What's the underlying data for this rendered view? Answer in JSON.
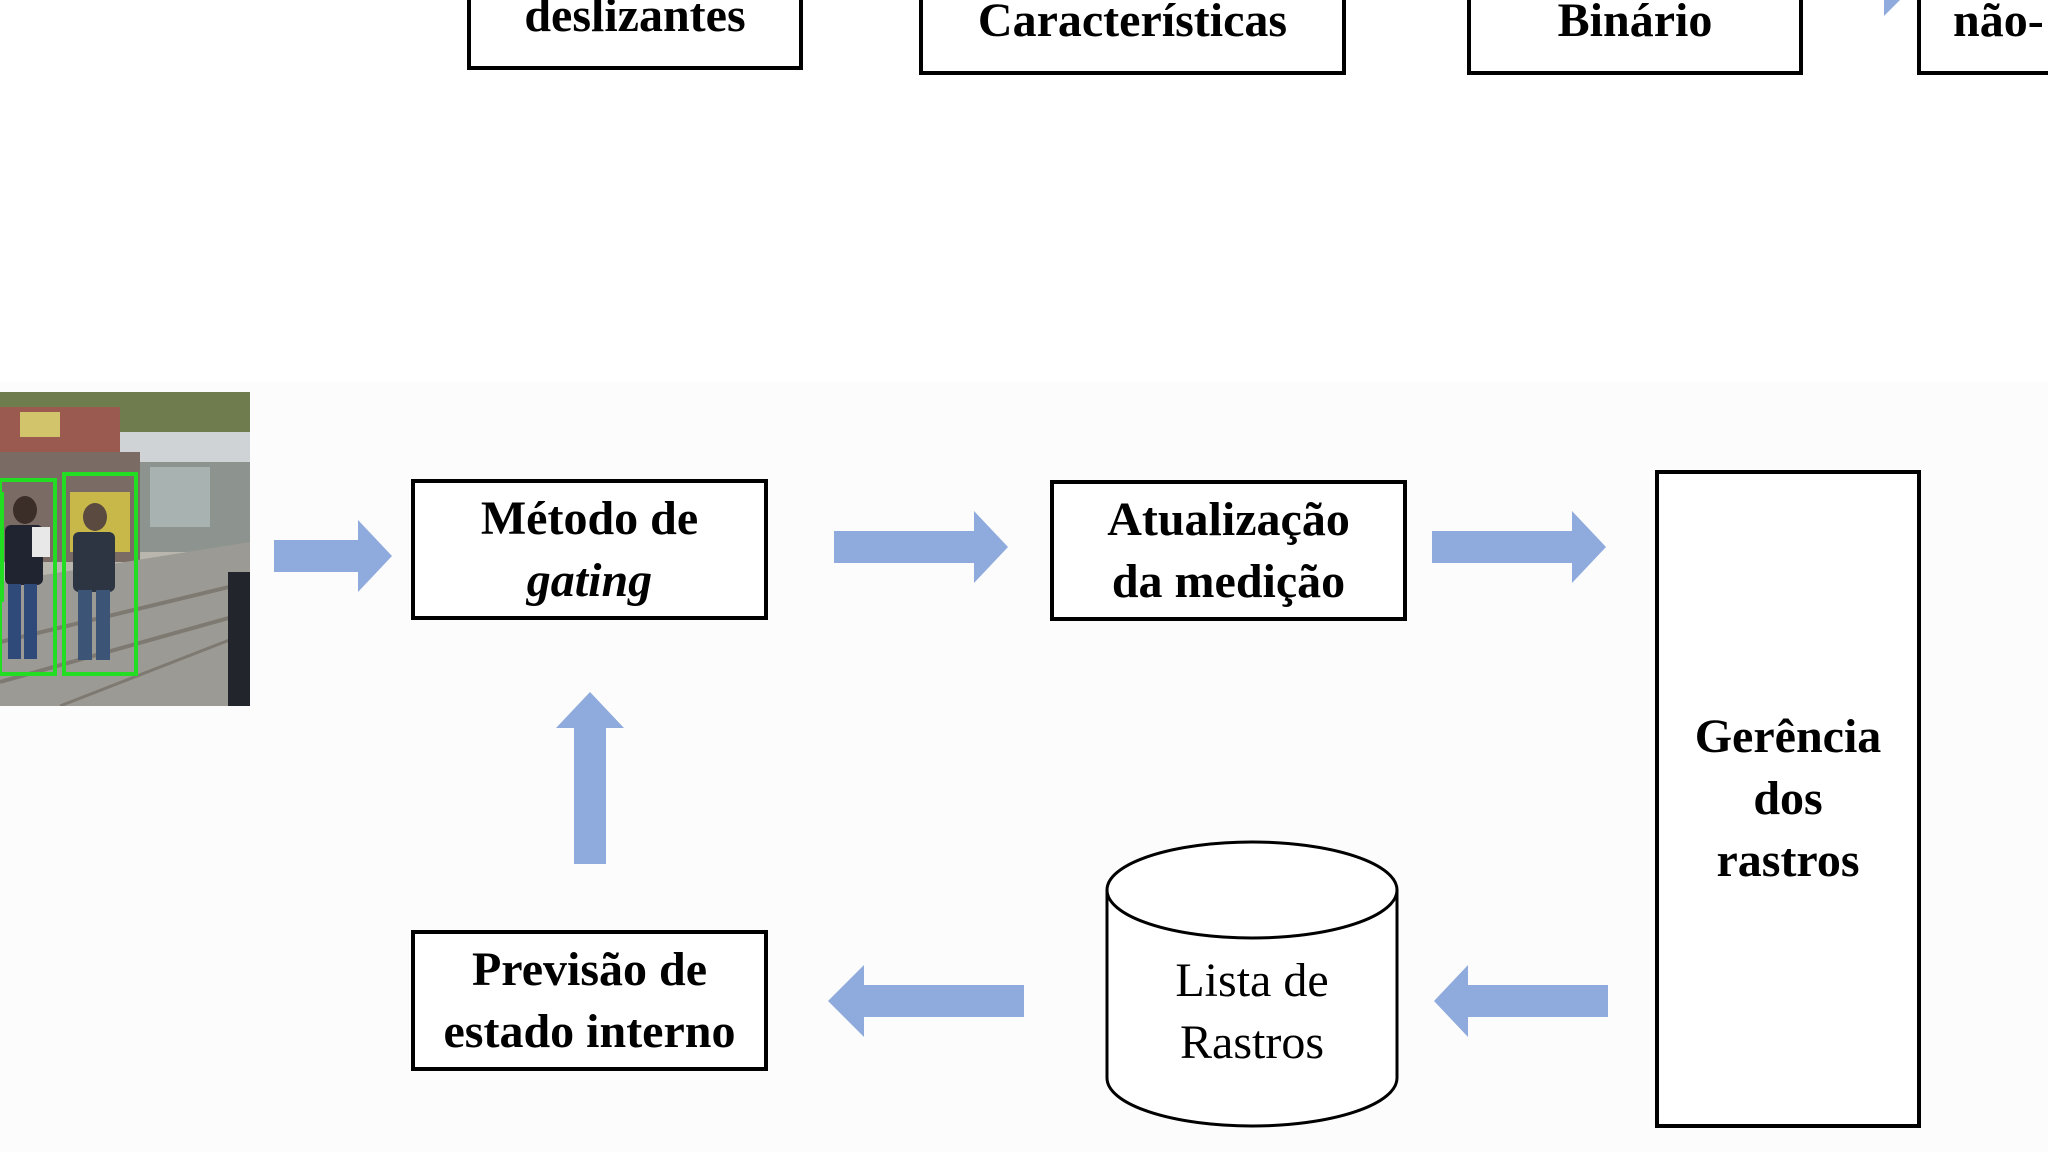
{
  "top_row": {
    "box1": "deslizantes",
    "box2": "Características",
    "box3": "Binário",
    "box4": "não-"
  },
  "diagram": {
    "gating_box": {
      "line1": "Método de",
      "line2": "gating"
    },
    "update_box": {
      "line1": "Atualização",
      "line2": "da medição"
    },
    "track_mgmt_box": {
      "line1": "Gerência",
      "line2": "dos",
      "line3": "rastros"
    },
    "track_list": {
      "line1": "Lista de",
      "line2": "Rastros"
    },
    "prediction_box": {
      "line1": "Previsão de",
      "line2": "estado interno"
    }
  },
  "colors": {
    "arrow": "#8faadc",
    "detection_box": "#22dd22",
    "border": "#000000"
  }
}
